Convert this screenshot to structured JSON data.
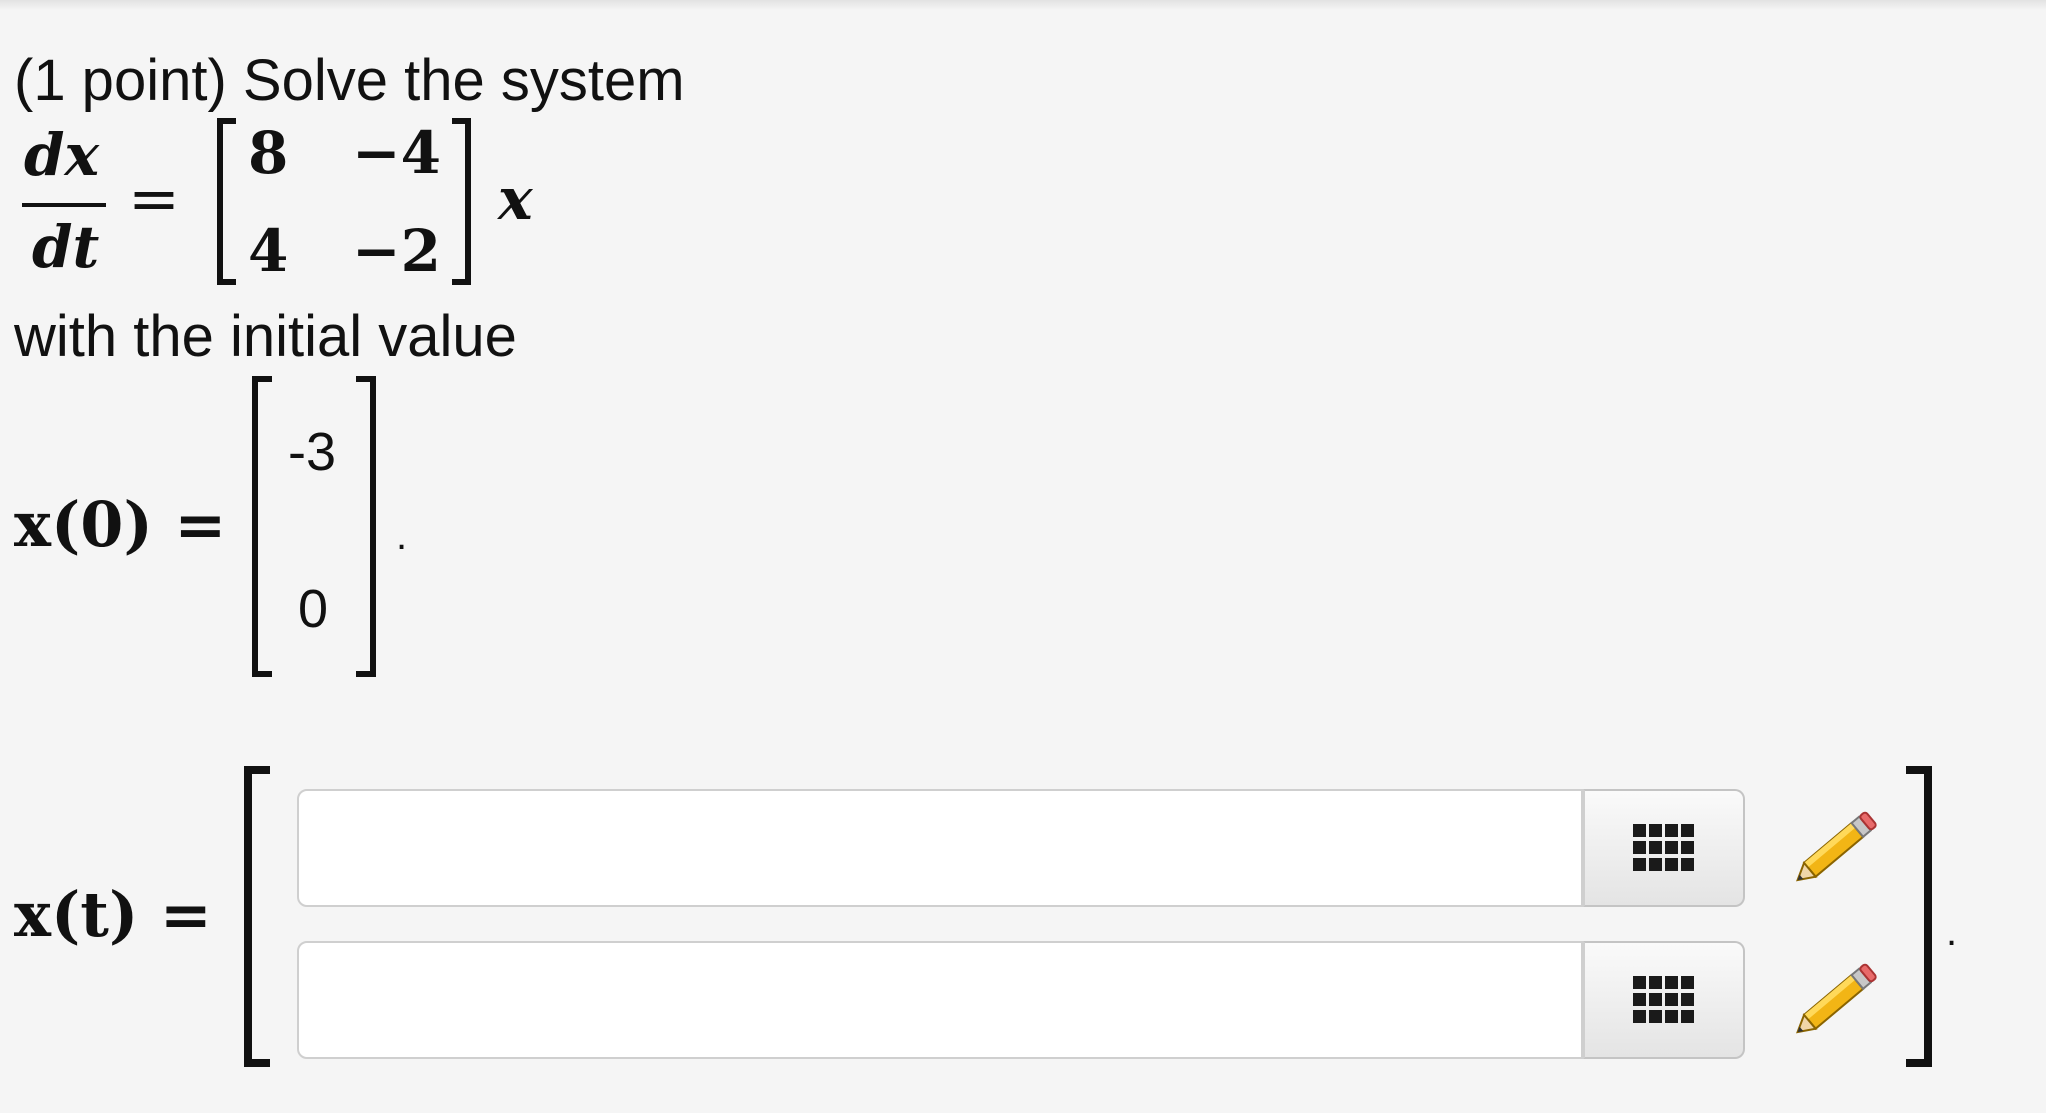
{
  "problem": {
    "points_label": "(1 point) Solve the system",
    "initial_value_label": "with the initial value"
  },
  "system": {
    "lhs_numerator": "dx",
    "lhs_denominator": "dt",
    "equals": "=",
    "matrix": [
      [
        "8",
        "−4"
      ],
      [
        "4",
        "−2"
      ]
    ],
    "vector": "x"
  },
  "initial": {
    "lhs": "x(0) =",
    "vector": [
      "-3",
      "0"
    ],
    "period": "."
  },
  "answer": {
    "lhs": "x(t) =",
    "inputs": [
      {
        "value": "",
        "placeholder": ""
      },
      {
        "value": "",
        "placeholder": ""
      }
    ],
    "period": "."
  },
  "icons": {
    "matrix_button": "grid-icon",
    "equation_editor": "pencil-icon"
  }
}
